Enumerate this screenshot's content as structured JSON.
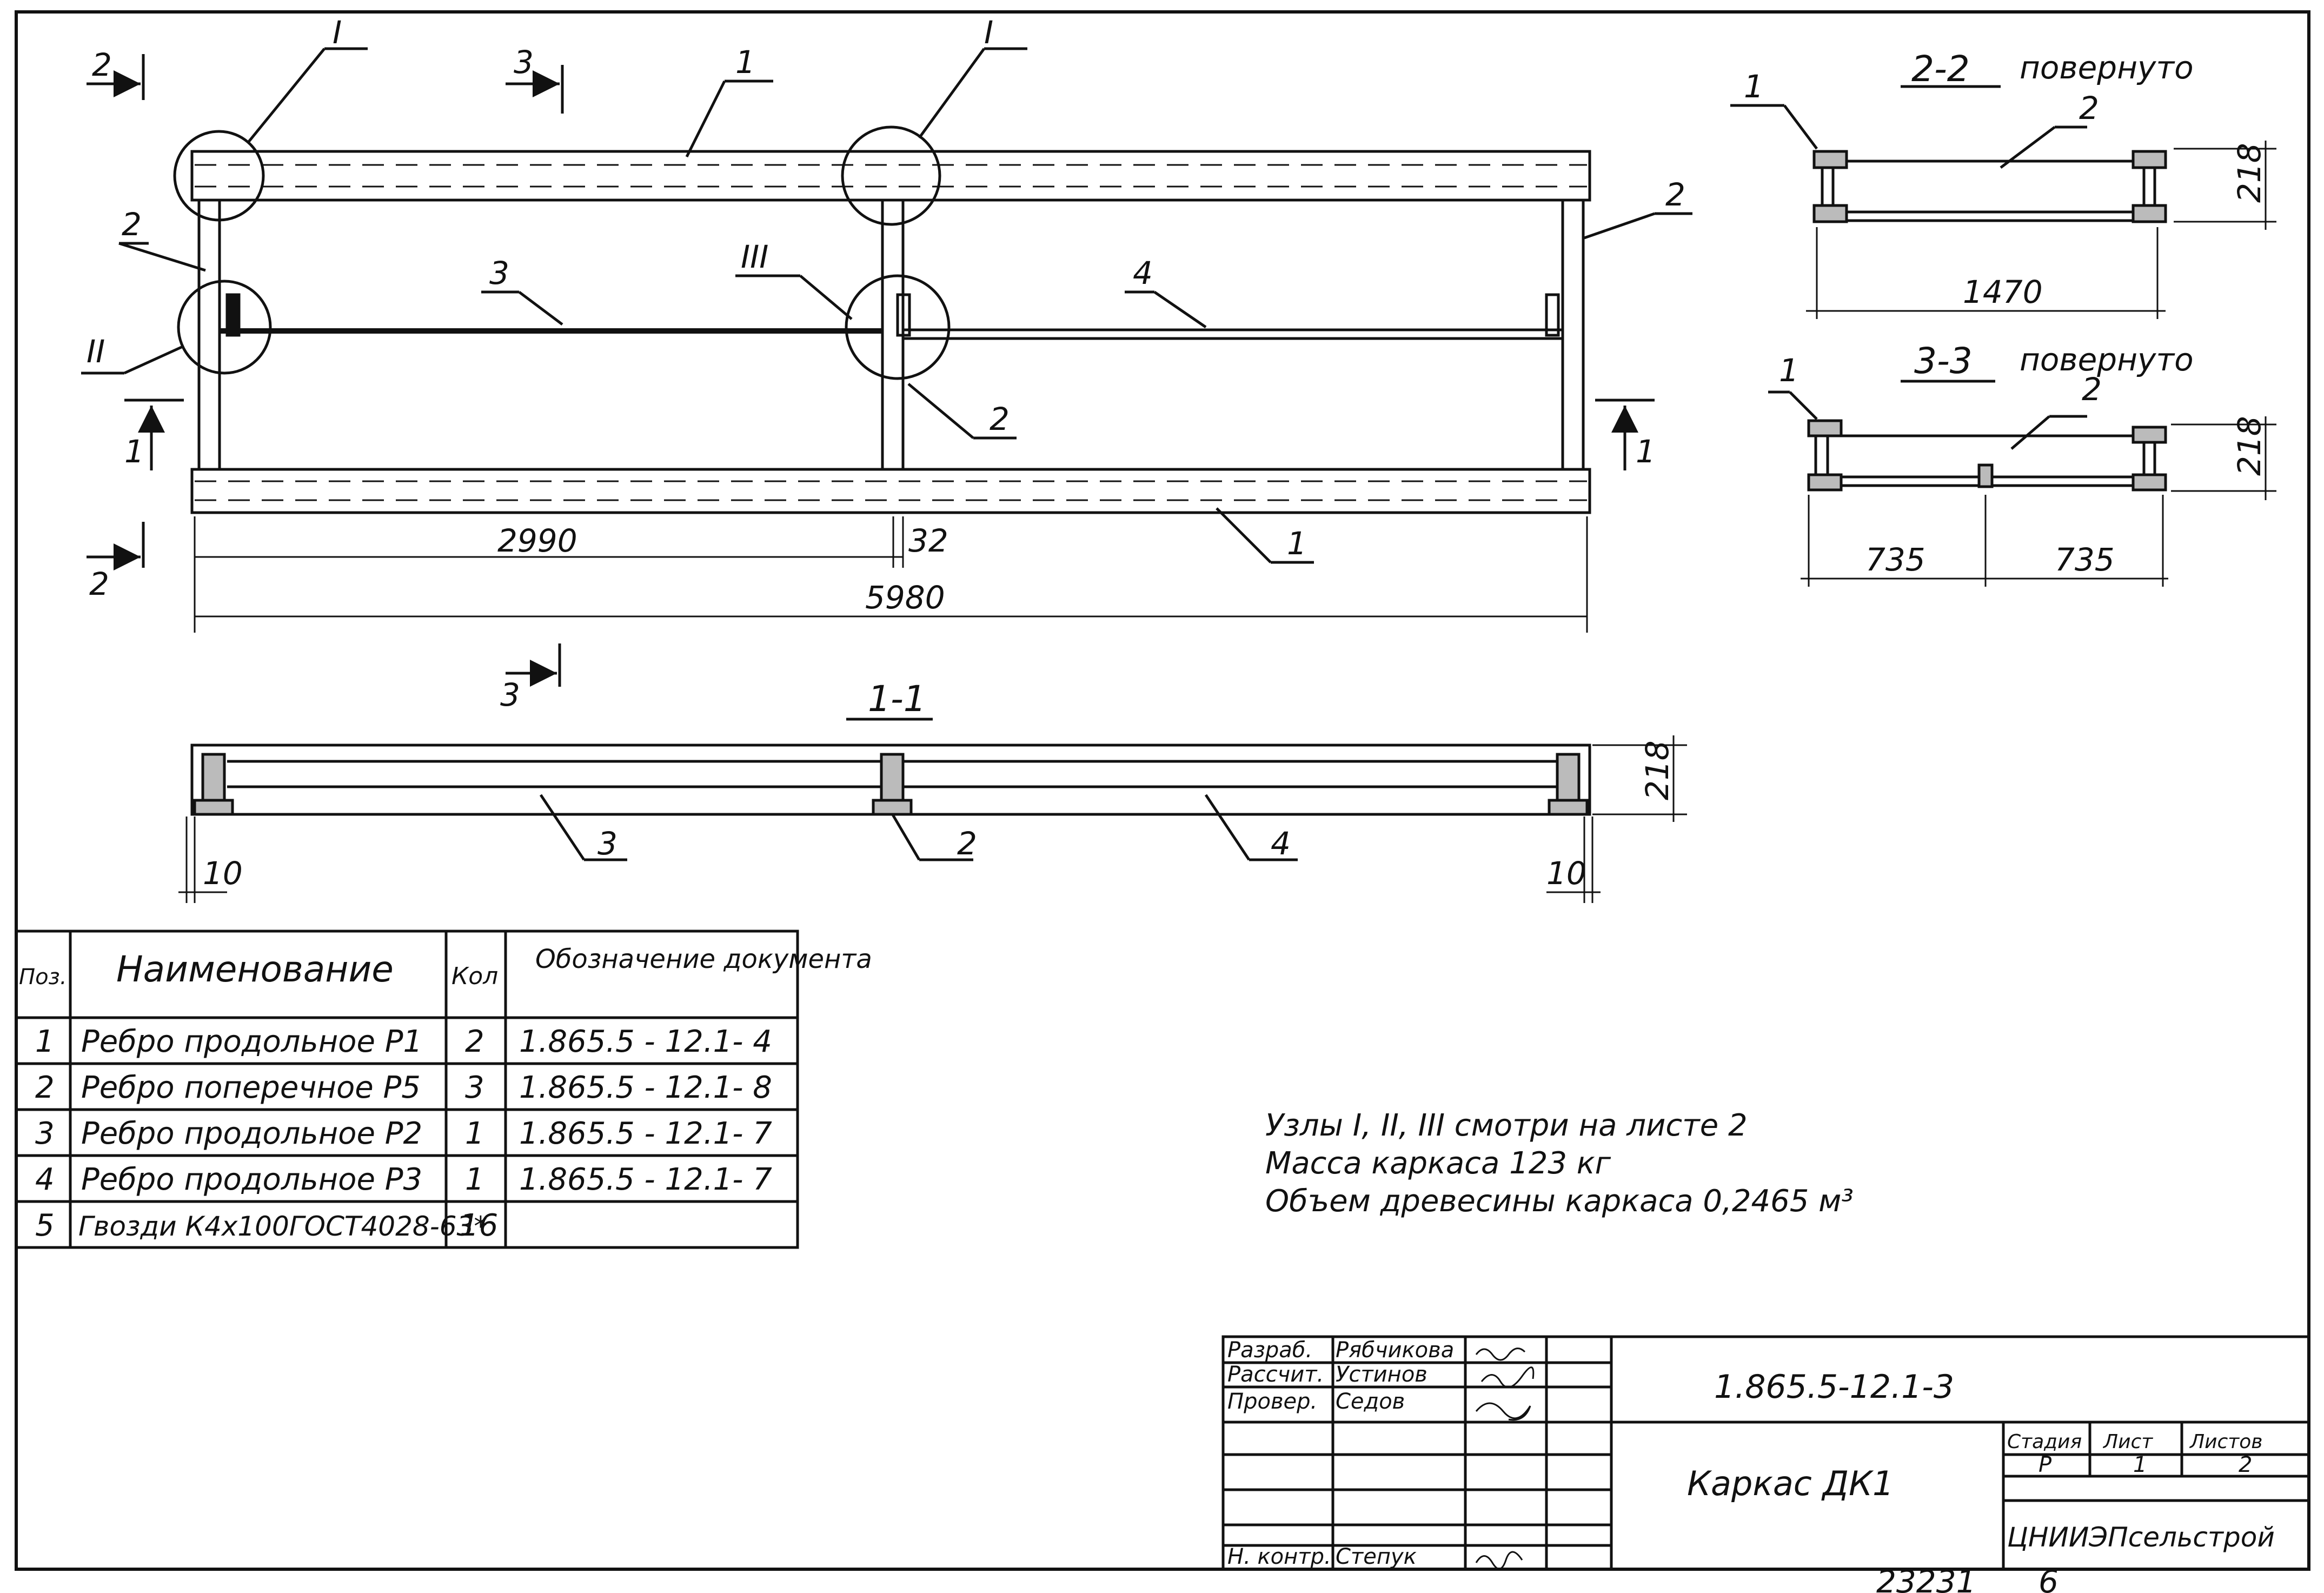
{
  "plan": {
    "cuts": {
      "left_top": "2",
      "left_bottom": "2",
      "top": "3",
      "bottom": "3",
      "left_mid": "1",
      "right_mid": "1"
    },
    "nodes": {
      "n1a": "I",
      "n1b": "I",
      "n2": "II",
      "n3": "III"
    },
    "positions": {
      "top_beam": "1",
      "bottom_beam": "1",
      "left_rib": "2",
      "right_rib": "2",
      "mid_rib": "2",
      "rib3": "3",
      "rib4": "4"
    },
    "dims": {
      "half": "2990",
      "gap": "32",
      "total": "5980"
    }
  },
  "section_22": {
    "title": "2-2",
    "note": "повернуто",
    "pos1": "1",
    "pos2": "2",
    "height": "218",
    "width": "1470"
  },
  "section_33": {
    "title": "3-3",
    "note": "повернуто",
    "pos1": "1",
    "pos2": "2",
    "height": "218",
    "dim_left": "735",
    "dim_right": "735"
  },
  "section_11": {
    "title": "1-1",
    "pos3": "3",
    "pos2": "2",
    "pos4": "4",
    "height": "218",
    "dim_left": "10",
    "dim_right": "10"
  },
  "spec": {
    "headers": {
      "pos": "Поз.",
      "name": "Наименование",
      "qty": "Кол",
      "doc": "Обозначение документа"
    },
    "rows": [
      {
        "pos": "1",
        "name": "Ребро продольное Р1",
        "qty": "2",
        "doc": "1.865.5 - 12.1- 4"
      },
      {
        "pos": "2",
        "name": "Ребро поперечное Р5",
        "qty": "3",
        "doc": "1.865.5 - 12.1- 8"
      },
      {
        "pos": "3",
        "name": "Ребро продольное Р2",
        "qty": "1",
        "doc": "1.865.5 - 12.1- 7"
      },
      {
        "pos": "4",
        "name": "Ребро продольное Р3",
        "qty": "1",
        "doc": "1.865.5 - 12.1- 7"
      },
      {
        "pos": "5",
        "name": "Гвозди К4х100ГОСТ4028-63*",
        "qty": "16",
        "doc": ""
      }
    ]
  },
  "notes": {
    "line1": "Узлы I, II, III смотри на листе 2",
    "line2": "Масса каркаса 123 кг",
    "line3": "Объем древесины каркаса 0,2465 м³"
  },
  "title_block": {
    "rows": [
      {
        "role": "Разраб.",
        "name": "Рябчикова"
      },
      {
        "role": "Рассчит.",
        "name": "Устинов"
      },
      {
        "role": "Провер.",
        "name": "Седов"
      },
      {
        "role": "",
        "name": ""
      },
      {
        "role": "",
        "name": ""
      },
      {
        "role": "",
        "name": ""
      },
      {
        "role": "Н. контр.",
        "name": "Степук"
      }
    ],
    "designation": "1.865.5-12.1-3",
    "drawing_title": "Каркас ДК1",
    "stage_label": "Стадия",
    "sheet_label": "Лист",
    "sheets_label": "Листов",
    "stage": "Р",
    "sheet": "1",
    "sheets": "2",
    "organization": "ЦНИИЭПсельстрой"
  },
  "footer": {
    "archive_no": "23231",
    "extra": "6"
  }
}
